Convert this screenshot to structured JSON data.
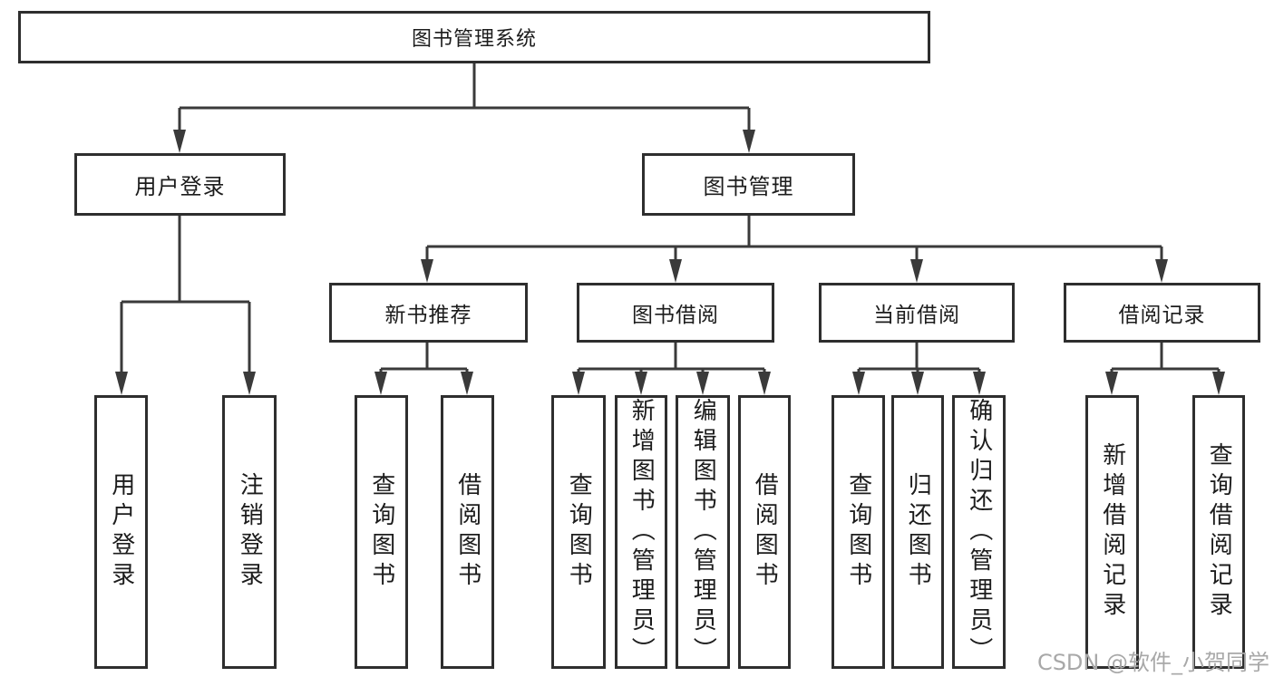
{
  "diagram": {
    "type": "hierarchy-tree",
    "colors": {
      "line": "#3a3a3a",
      "box_border": "#2e2e2e",
      "box_fill": "#ffffff",
      "text": "#1c1c1c",
      "watermark": "#a8a8a8",
      "background": "#ffffff"
    },
    "nodes": {
      "root": {
        "label": "图书管理系统"
      },
      "user_login_group": {
        "label": "用户登录"
      },
      "book_management": {
        "label": "图书管理"
      },
      "new_book_recommend": {
        "label": "新书推荐"
      },
      "book_borrowing": {
        "label": "图书借阅"
      },
      "current_borrowing": {
        "label": "当前借阅"
      },
      "borrow_records": {
        "label": "借阅记录"
      },
      "user_login": {
        "label": "用户登录"
      },
      "logout": {
        "label": "注销登录"
      },
      "recommend_query_books": {
        "label": "查询图书"
      },
      "recommend_borrow_books": {
        "label": "借阅图书"
      },
      "borrowing_query_books": {
        "label": "查询图书"
      },
      "borrowing_add_books": {
        "label": "新增图书（管理员）"
      },
      "borrowing_edit_books": {
        "label": "编辑图书（管理员）"
      },
      "borrowing_borrow_books": {
        "label": "借阅图书"
      },
      "current_query_books": {
        "label": "查询图书"
      },
      "current_return_books": {
        "label": "归还图书"
      },
      "current_confirm_return": {
        "label": "确认归还（管理员）"
      },
      "records_add_record": {
        "label": "新增借阅记录"
      },
      "records_query_record": {
        "label": "查询借阅记录"
      }
    },
    "edges": [
      {
        "from": "root",
        "to": [
          "user_login_group",
          "book_management"
        ]
      },
      {
        "from": "user_login_group",
        "to": [
          "user_login",
          "logout"
        ]
      },
      {
        "from": "book_management",
        "to": [
          "new_book_recommend",
          "book_borrowing",
          "current_borrowing",
          "borrow_records"
        ]
      },
      {
        "from": "new_book_recommend",
        "to": [
          "recommend_query_books",
          "recommend_borrow_books"
        ]
      },
      {
        "from": "book_borrowing",
        "to": [
          "borrowing_query_books",
          "borrowing_add_books",
          "borrowing_edit_books",
          "borrowing_borrow_books"
        ]
      },
      {
        "from": "current_borrowing",
        "to": [
          "current_query_books",
          "current_return_books",
          "current_confirm_return"
        ]
      },
      {
        "from": "borrow_records",
        "to": [
          "records_add_record",
          "records_query_record"
        ]
      }
    ],
    "watermark": {
      "text": "CSDN @软件_小贺同学"
    }
  }
}
